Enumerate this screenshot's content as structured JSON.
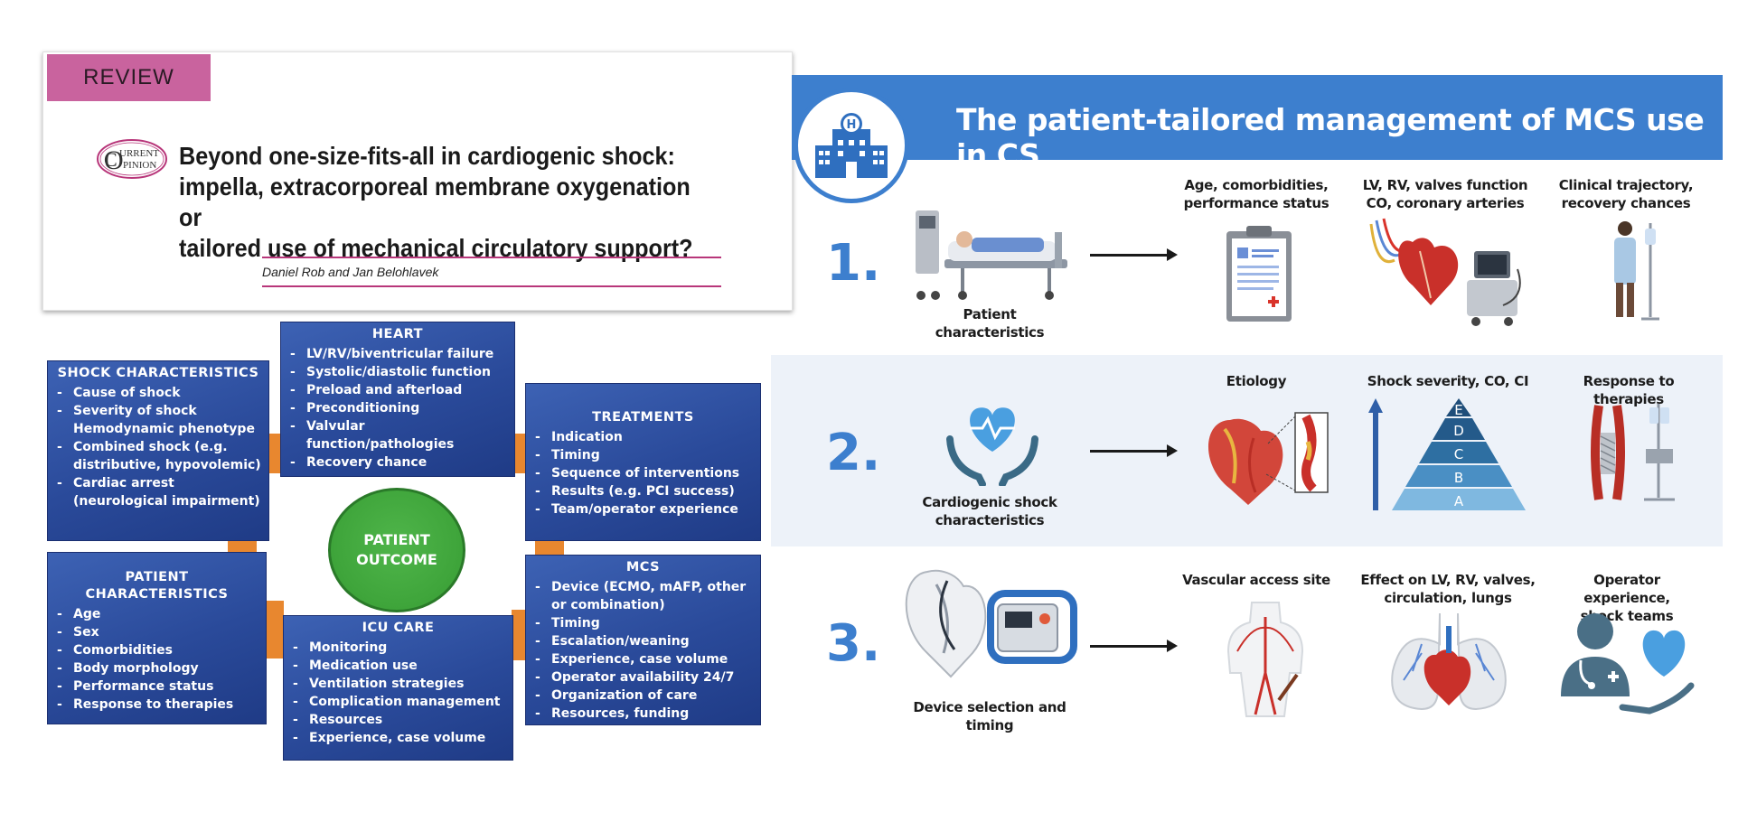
{
  "article": {
    "badge": "REVIEW",
    "journal_logo_text": "CURRENT OPINION",
    "title_lines": [
      "Beyond one-size-fits-all in cardiogenic shock:",
      "impella, extracorporeal membrane oxygenation or",
      "tailored use of mechanical circulatory support?"
    ],
    "authors": "Daniel Rob and Jan Belohlavek"
  },
  "diagram": {
    "outcome_lines": [
      "PATIENT",
      "OUTCOME"
    ],
    "boxes": {
      "shock": {
        "title": "SHOCK CHARACTERISTICS",
        "items": [
          "Cause of shock",
          "Severity of shock Hemodynamic phenotype",
          "Combined shock (e.g. distributive, hypovolemic)",
          "Cardiac arrest (neurological impairment)"
        ]
      },
      "heart": {
        "title": "HEART",
        "items": [
          "LV/RV/biventricular failure",
          "Systolic/diastolic function",
          "Preload and afterload",
          "Preconditioning",
          "Valvular function/pathologies",
          "Recovery chance"
        ]
      },
      "treatments": {
        "title": "TREATMENTS",
        "items": [
          "Indication",
          "Timing",
          "Sequence of interventions",
          "Results (e.g. PCI success)",
          "Team/operator experience"
        ]
      },
      "patient": {
        "title_lines": [
          "PATIENT",
          "CHARACTERISTICS"
        ],
        "items": [
          "Age",
          "Sex",
          "Comorbidities",
          "Body morphology",
          "Performance status",
          "Response to therapies"
        ]
      },
      "icu": {
        "title": "ICU CARE",
        "items": [
          "Monitoring",
          "Medication use",
          "Ventilation strategies",
          "Complication management",
          "Resources",
          "Experience, case volume"
        ]
      },
      "mcs": {
        "title": "MCS",
        "items": [
          "Device (ECMO, mAFP, other or combination)",
          "Timing",
          "Escalation/weaning",
          "Experience, case volume",
          "Operator availability 24/7",
          "Organization of care",
          "Resources, funding"
        ]
      }
    },
    "colors": {
      "box": "#2a4a9a",
      "connector": "#e8872f",
      "outcome": "#3ea43a"
    }
  },
  "infographic": {
    "title": "The patient-tailored management of MCS use in CS",
    "rows": [
      {
        "number": "1.",
        "source_label_lines": [
          "Patient",
          "characteristics"
        ],
        "factors": [
          {
            "label_lines": [
              "Age, comorbidities,",
              "performance status"
            ],
            "icon": "clipboard-icon"
          },
          {
            "label_lines": [
              "LV, RV, valves function",
              "CO, coronary arteries"
            ],
            "icon": "heart-ultrasound-icon"
          },
          {
            "label_lines": [
              "Clinical trajectory,",
              "recovery chances"
            ],
            "icon": "patient-iv-icon"
          }
        ]
      },
      {
        "number": "2.",
        "source_label_lines": [
          "Cardiogenic shock",
          "characteristics"
        ],
        "factors": [
          {
            "label_lines": [
              "Etiology"
            ],
            "icon": "heart-artery-icon"
          },
          {
            "label_lines": [
              "Shock severity, CO, CI"
            ],
            "icon": "severity-pyramid-icon",
            "pyramid_levels": [
              "E",
              "D",
              "C",
              "B",
              "A"
            ]
          },
          {
            "label_lines": [
              "Response to therapies"
            ],
            "icon": "stent-infusion-icon"
          }
        ]
      },
      {
        "number": "3.",
        "source_label_lines": [
          "Device selection and",
          "timing"
        ],
        "factors": [
          {
            "label_lines": [
              "Vascular access site"
            ],
            "icon": "body-vessels-icon"
          },
          {
            "label_lines": [
              "Effect on LV, RV, valves,",
              "circulation, lungs"
            ],
            "icon": "heart-lungs-icon"
          },
          {
            "label_lines": [
              "Operator experience,",
              "shock teams"
            ],
            "icon": "team-care-icon"
          }
        ]
      }
    ],
    "colors": {
      "banner": "#3d7fce",
      "row_highlight": "#edf2f9"
    }
  }
}
